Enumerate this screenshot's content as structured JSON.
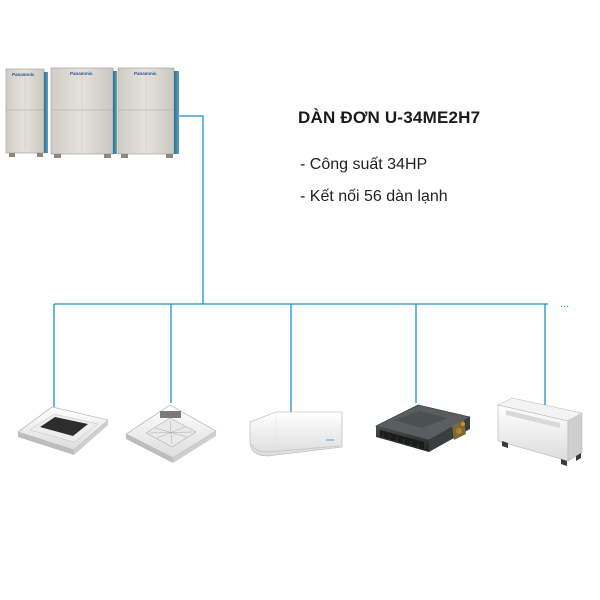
{
  "diagram": {
    "title": "DÀN ĐƠN U-34ME2H7",
    "specs": [
      "- Công suất 34HP",
      "- Kết nối 56 dàn lạnh"
    ],
    "continuation": "...",
    "outdoor_brand": "Panasonic",
    "outdoor_unit_count": 3,
    "indoor_units": [
      {
        "type": "1-way cassette"
      },
      {
        "type": "4-way cassette"
      },
      {
        "type": "wall-mounted"
      },
      {
        "type": "ceiling concealed ducted"
      },
      {
        "type": "floor standing"
      }
    ]
  },
  "colors": {
    "pipe": "#1e8fc8",
    "title_text": "#1a1a1a",
    "body_text": "#222222",
    "unit_body": "#d8d6cf",
    "unit_accent": "#2c7ea0"
  }
}
